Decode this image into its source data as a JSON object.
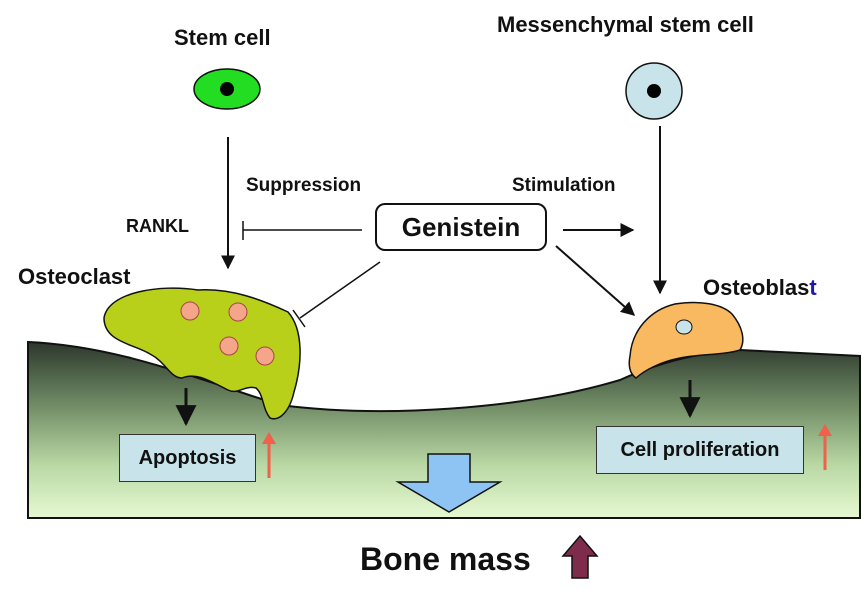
{
  "labels": {
    "stem_cell": "Stem cell",
    "mesenchymal_stem_cell": "Messenchymal stem cell",
    "suppression": "Suppression",
    "stimulation": "Stimulation",
    "rankl": "RANKL",
    "genistein": "Genistein",
    "osteoclast": "Osteoclast",
    "osteoblast_main": "Osteoblas",
    "osteoblast_last": "t",
    "apoptosis": "Apoptosis",
    "cell_proliferation": "Cell proliferation",
    "bone_mass": "Bone mass"
  },
  "colors": {
    "stem_cell_fill": "#22dd22",
    "mesenchymal_fill": "#c8e4ea",
    "osteoclast_fill": "#b8d01a",
    "osteoclast_granule": "#f4a58a",
    "osteoblast_fill": "#f9b960",
    "bone_top": "#303b30",
    "bone_bottom": "#e4f8cf",
    "result_box": "#c8e4ea",
    "up_arrow": "#f0604a",
    "down_arrow_fill": "#8ec4f4",
    "bone_mass_arrow": "#7e2c4c",
    "osteoblast_t": "#1a1ab0"
  },
  "icons": [
    "stem-cell-icon",
    "mesenchymal-stem-cell-icon",
    "osteoclast-icon",
    "osteoblast-icon",
    "up-arrow-icon",
    "down-arrow-icon",
    "bone-mass-up-arrow-icon"
  ]
}
